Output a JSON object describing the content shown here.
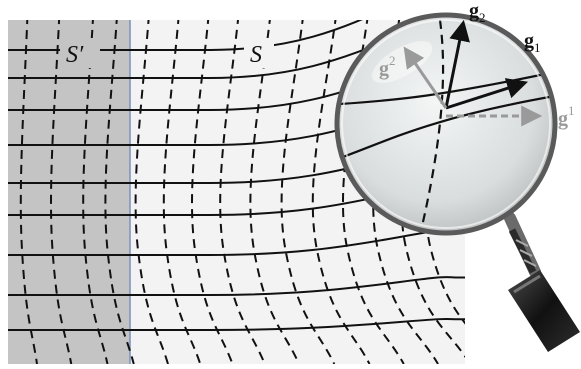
{
  "labels": {
    "region_left": "S′",
    "region_right": "S",
    "vec_g_lower_1_base": "g",
    "vec_g_lower_1_sub": "1",
    "vec_g_lower_2_base": "g",
    "vec_g_lower_2_sub": "2",
    "vec_g_upper_1_base": "g",
    "vec_g_upper_1_sup": "1",
    "vec_g_upper_2_base": "g",
    "vec_g_upper_2_sup": "2"
  },
  "colors": {
    "background": "#ffffff",
    "panel_fill": "#f3f3f3",
    "shaded_region": "#c4c4c4",
    "region_border": "#7f97bd",
    "curve": "#111111",
    "covariant_vector": "#111111",
    "contravariant_vector": "#9a9a9a",
    "magnifier_lens": "#d8dcdc",
    "magnifier_rim": "#5a5a5a",
    "magnifier_handle": "#1a1a1a"
  },
  "icons": {
    "magnifier": "magnifying-glass-icon"
  }
}
